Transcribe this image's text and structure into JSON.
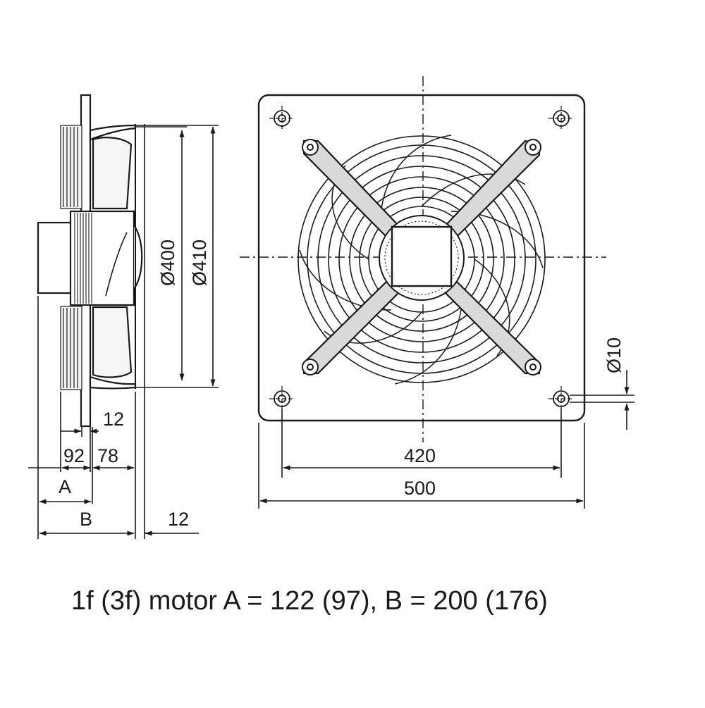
{
  "side_view": {
    "dim_flange": "12",
    "dim_92": "92",
    "dim_78": "78",
    "label_a": "A",
    "label_b": "B",
    "dim_rear": "12",
    "dia_inner": "Ø400",
    "dia_outer": "Ø410"
  },
  "front_view": {
    "dim_hole_spacing": "420",
    "dim_plate_width": "500",
    "dia_hole": "Ø10"
  },
  "caption": "1f (3f) motor A = 122 (97), B = 200 (176)",
  "colors": {
    "line": "#1a1a1a",
    "fill_shade": "#d9d9d9",
    "fill_light": "#f2f2f2",
    "background": "#ffffff"
  }
}
